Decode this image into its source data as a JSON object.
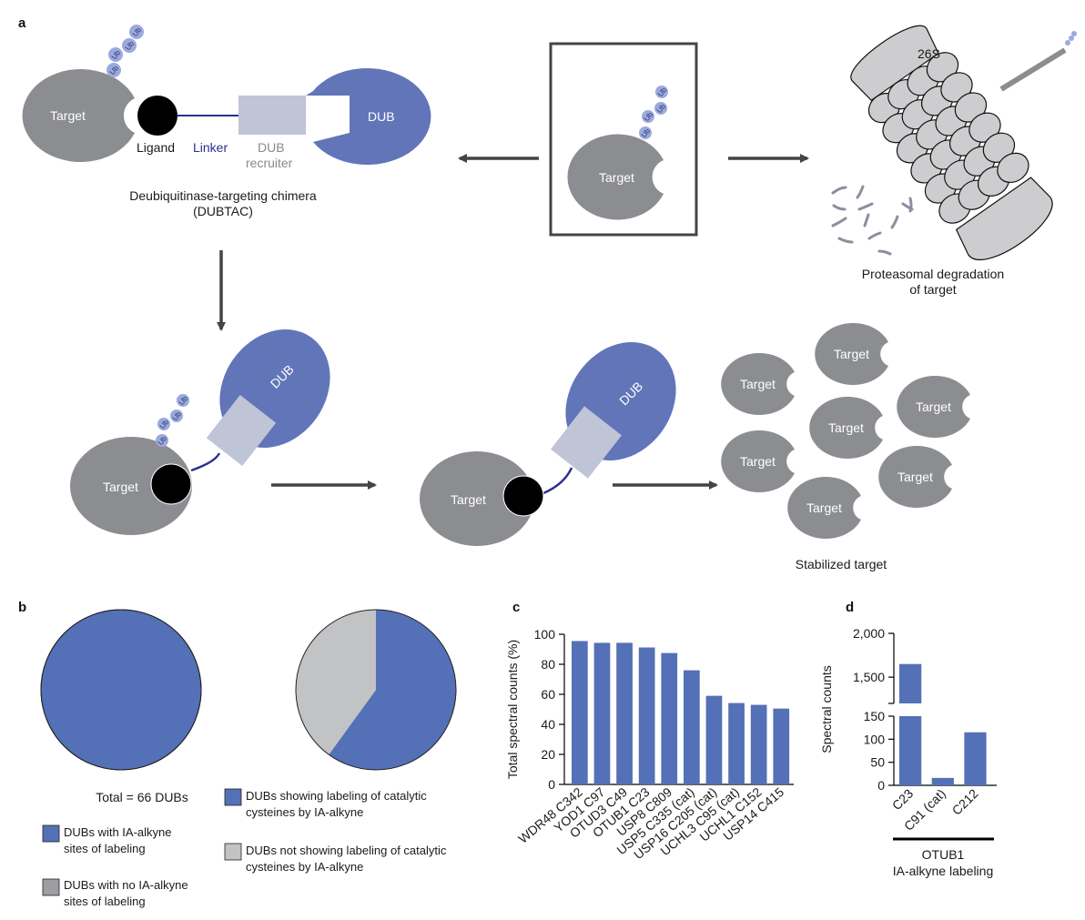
{
  "colors": {
    "target": "#8c8d90",
    "dub": "#6275b8",
    "recruiter": "#bfc4d6",
    "ligand": "#000000",
    "linker": "#2e2f8a",
    "ub": "#9aaae0",
    "bar": "#5470b6",
    "pie_blue": "#5470b6",
    "pie_gray": "#c2c3c5",
    "arrow": "#444444",
    "proteasome": "#cdcdcf"
  },
  "panel_a": {
    "letter": "a",
    "dubtac": {
      "target_label": "Target",
      "dub_label": "DUB",
      "ligand_label": "Ligand",
      "linker_label": "Linker",
      "recruiter_label_1": "DUB",
      "recruiter_label_2": "recruiter",
      "caption_1": "Deubiquitinase-targeting chimera",
      "caption_2": "(DUBTAC)"
    },
    "ub_label": "Ub",
    "center_box": {
      "target_label": "Target"
    },
    "proteasome": {
      "label": "26S",
      "caption_1": "Proteasomal degradation",
      "caption_2": "of target"
    },
    "ternary_1": {
      "target_label": "Target",
      "dub_label": "DUB"
    },
    "ternary_2": {
      "target_label": "Target",
      "dub_label": "DUB"
    },
    "stabilized": {
      "target_labels": [
        "Target",
        "Target",
        "Target",
        "Target",
        "Target",
        "Target",
        "Target"
      ],
      "caption": "Stabilized target"
    }
  },
  "panel_b": {
    "letter": "b",
    "total_label": "Total = 66 DUBs",
    "legend_left": [
      {
        "line1": "DUBs with IA-alkyne",
        "line2": "sites of labeling",
        "color": "#5470b6"
      },
      {
        "line1": "DUBs with no IA-alkyne",
        "line2": "sites of labeling",
        "color": "#9d9ea1"
      }
    ],
    "legend_right": [
      {
        "line1": "DUBs showing labeling of catalytic",
        "line2": "cysteines by IA-alkyne",
        "color": "#5470b6"
      },
      {
        "line1": "DUBs not showing labeling of catalytic",
        "line2": "cysteines by IA-alkyne",
        "color": "#c2c3c5"
      }
    ]
  },
  "panel_c": {
    "letter": "c"
  },
  "panel_d": {
    "letter": "d",
    "group_label_1": "OTUB1",
    "group_label_2": "IA-alkyne labeling"
  },
  "chart_data": [
    {
      "type": "pie",
      "panel": "b-left",
      "title": "Total = 66 DUBs",
      "labels": [
        "DUBs with IA-alkyne sites of labeling",
        "DUBs with no IA-alkyne sites of labeling"
      ],
      "values": [
        100,
        0
      ]
    },
    {
      "type": "pie",
      "panel": "b-right",
      "labels": [
        "DUBs showing labeling of catalytic cysteines by IA-alkyne",
        "DUBs not showing labeling of catalytic cysteines by IA-alkyne"
      ],
      "values": [
        60,
        40
      ]
    },
    {
      "type": "bar",
      "panel": "c",
      "categories": [
        "WDR48 C342",
        "YOD1 C97",
        "OTUD3 C49",
        "OTUB1 C23",
        "USP8 C809",
        "USP5 C335 (cat)",
        "USP16 C205 (cat)",
        "UCHL3 C95 (cat)",
        "UCHL1 C152",
        "USP14 C415"
      ],
      "values": [
        95.5,
        94.3,
        94.3,
        91.2,
        87.5,
        76,
        59,
        54.2,
        53,
        50.5
      ],
      "xlabel": "",
      "ylabel": "Total spectral counts (%)",
      "ylim": [
        0,
        100
      ],
      "yticks": [
        0,
        20,
        40,
        60,
        80,
        100
      ],
      "ytick_labels": [
        "0",
        "20",
        "40",
        "60",
        "80",
        "100"
      ],
      "grid": false
    },
    {
      "type": "bar",
      "panel": "d",
      "categories": [
        "C23",
        "C91 (cat)",
        "C212"
      ],
      "values": [
        1650,
        16,
        115
      ],
      "xlabel": "OTUB1 IA-alkyne labeling",
      "ylabel": "Spectral counts",
      "broken_axis": {
        "lower": [
          0,
          150
        ],
        "upper": [
          1200,
          2000
        ]
      },
      "yticks_lower": [
        0,
        50,
        100,
        150
      ],
      "ytick_labels_lower": [
        "0",
        "50",
        "100",
        "150"
      ],
      "yticks_upper": [
        1500,
        2000
      ],
      "ytick_labels_upper": [
        "1,500",
        "2,000"
      ],
      "grid": false
    }
  ]
}
